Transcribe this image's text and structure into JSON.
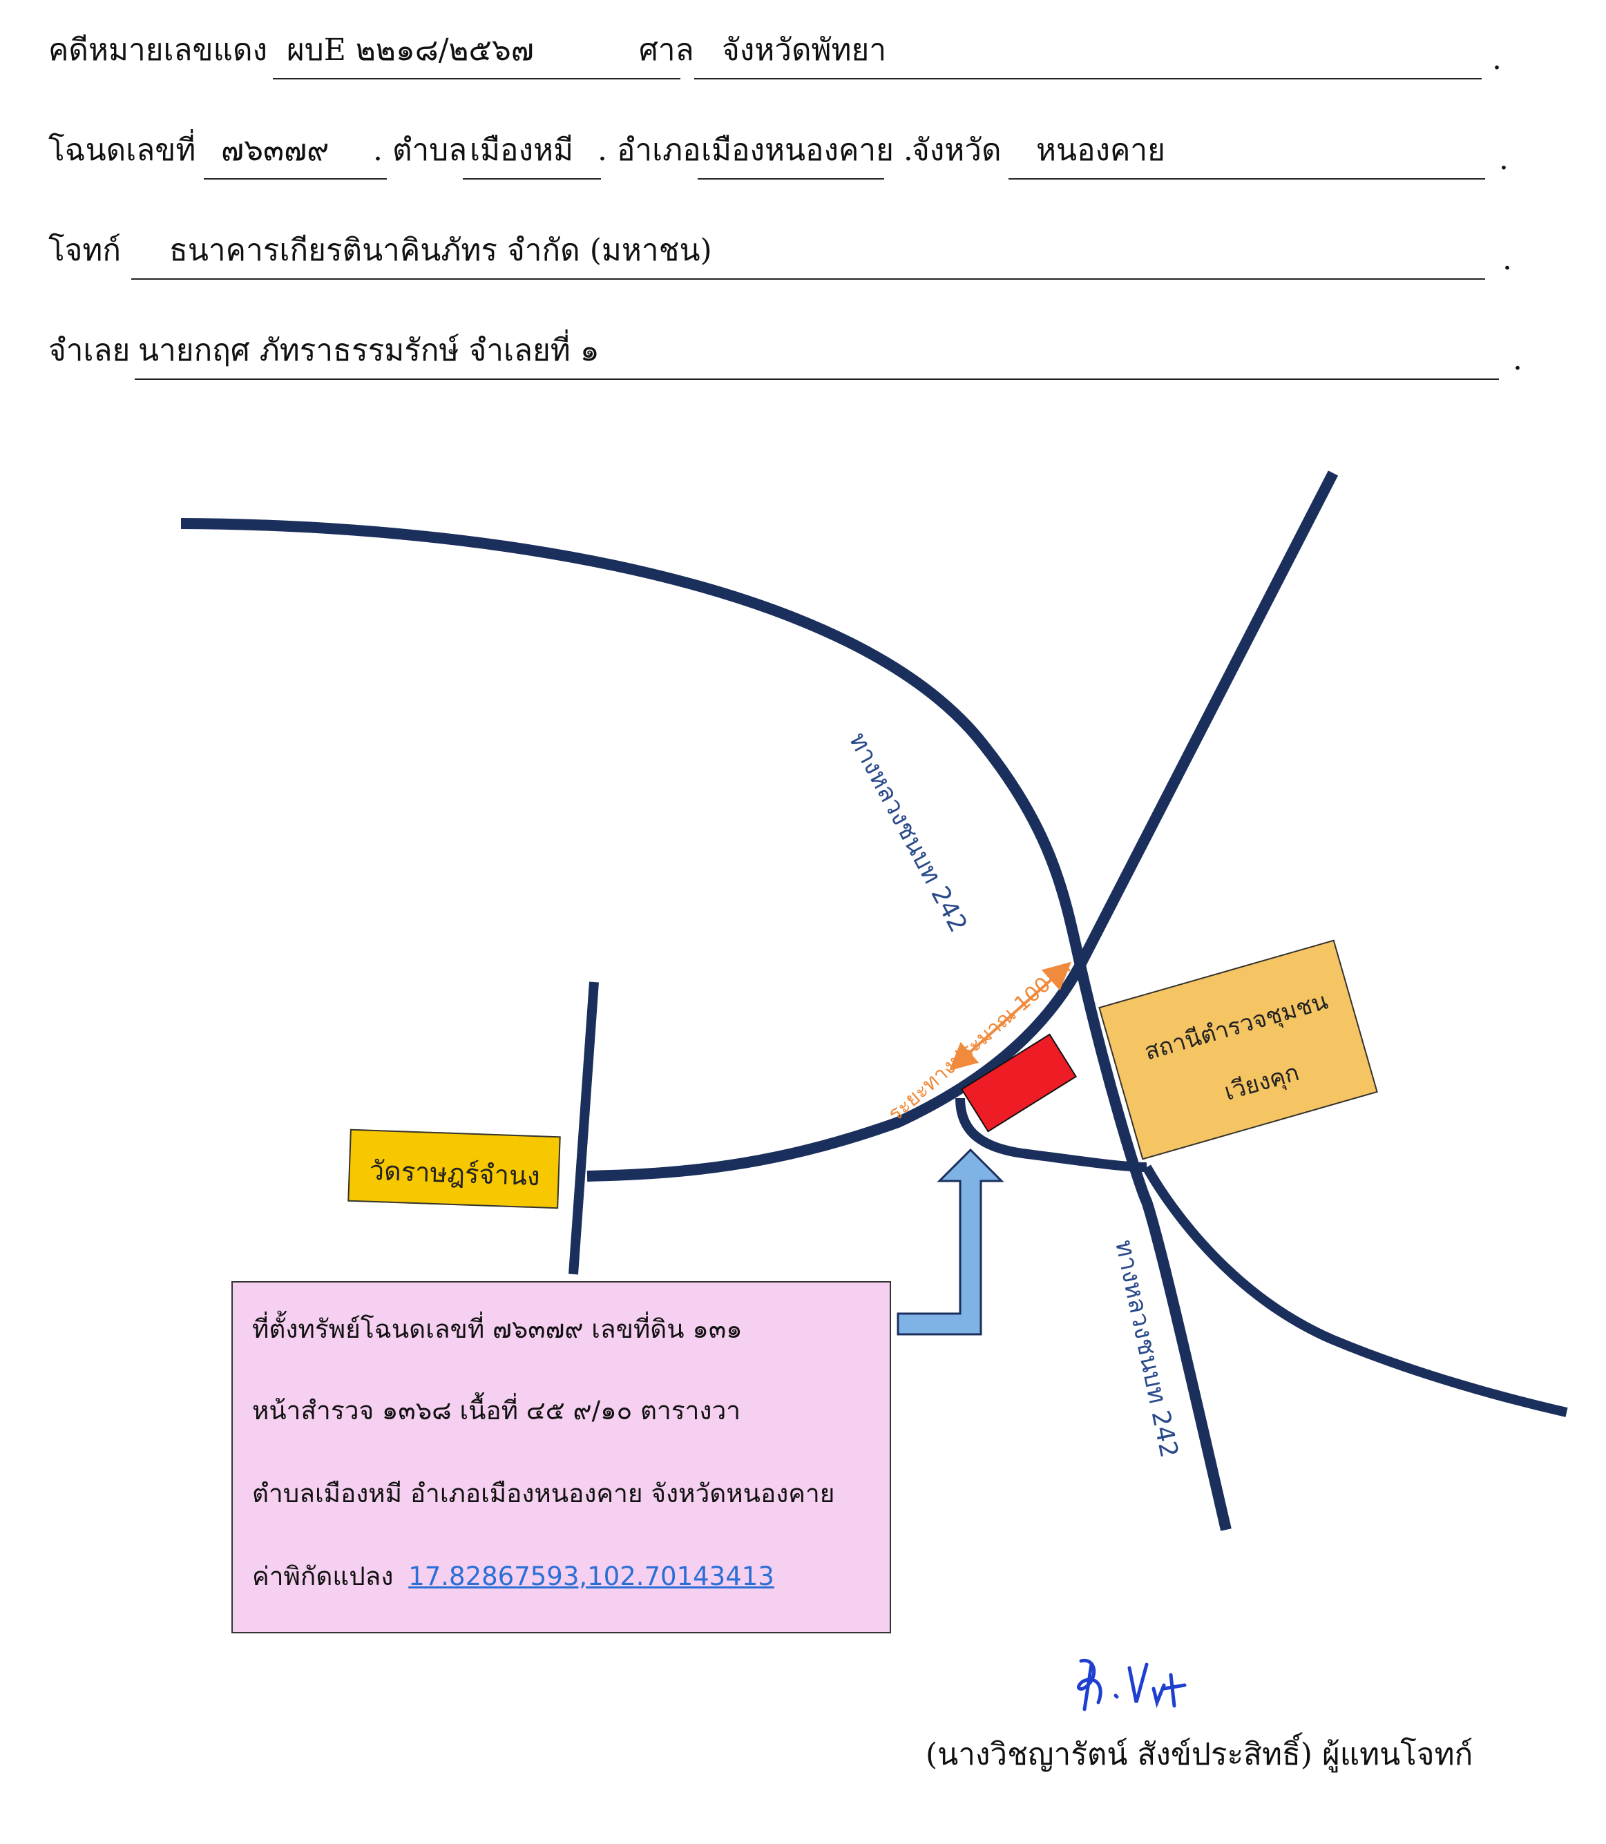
{
  "header": {
    "case": {
      "label": "คดีหมายเลขแดง",
      "value": "ผบE ๒๒๑๘/๒๕๖๗",
      "court_label": "ศาล",
      "court_value": "จังหวัดพัทยา"
    },
    "deed": {
      "label": "โฉนดเลขที่",
      "number": "๗๖๓๗๙",
      "tambon_label": ". ตำบล",
      "tambon": "เมืองหมี",
      "amphoe_label": ". อำเภอ",
      "amphoe": "เมืองหนองคาย .",
      "province_label": "จังหวัด",
      "province": "หนองคาย"
    },
    "plaintiff": {
      "label": "โจทก์",
      "value": "ธนาคารเกียรตินาคินภัทร จำกัด (มหาชน)"
    },
    "defendant": {
      "label": "จำเลย",
      "value": "นายกฤศ ภัทราธรรมรักษ์ จำเลยที่ ๑"
    },
    "end_dot": "."
  },
  "map": {
    "road_label_upper": "ทางหลวงชนบท 242",
    "road_label_lower": "ทางหลวงชนบท 242",
    "distance_label": "ระยะทางประมาณ 100 ม.",
    "temple": "วัดราษฎร์จำนง",
    "police_line1": "สถานีตำรวจชุมชน",
    "police_line2": "เวียงคุก",
    "colors": {
      "road": "#1b2f5c",
      "property": "#ee1c24",
      "arrow_fill": "#7fb3e6",
      "temple_box": "#f7c800",
      "police_box": "#f6c563",
      "info_box": "#f5d0f0",
      "distance": "#f08a3c",
      "road_label": "#2b4a8a"
    }
  },
  "info": {
    "line1": "ที่ตั้งทรัพย์โฉนดเลขที่ ๗๖๓๗๙  เลขที่ดิน ๑๓๑",
    "line2": "หน้าสำรวจ ๑๓๖๘  เนื้อที่ ๔๕ ๙/๑๐ ตารางวา",
    "line3": "ตำบลเมืองหมี อำเภอเมืองหนองคาย จังหวัดหนองคาย",
    "line4_label": "ค่าพิกัดแปลง",
    "coordinates": "17.82867593,102.70143413"
  },
  "signature": {
    "signer": "(นางวิชญารัตน์  สังข์ประสิทธิ์) ผู้แทนโจทก์"
  }
}
